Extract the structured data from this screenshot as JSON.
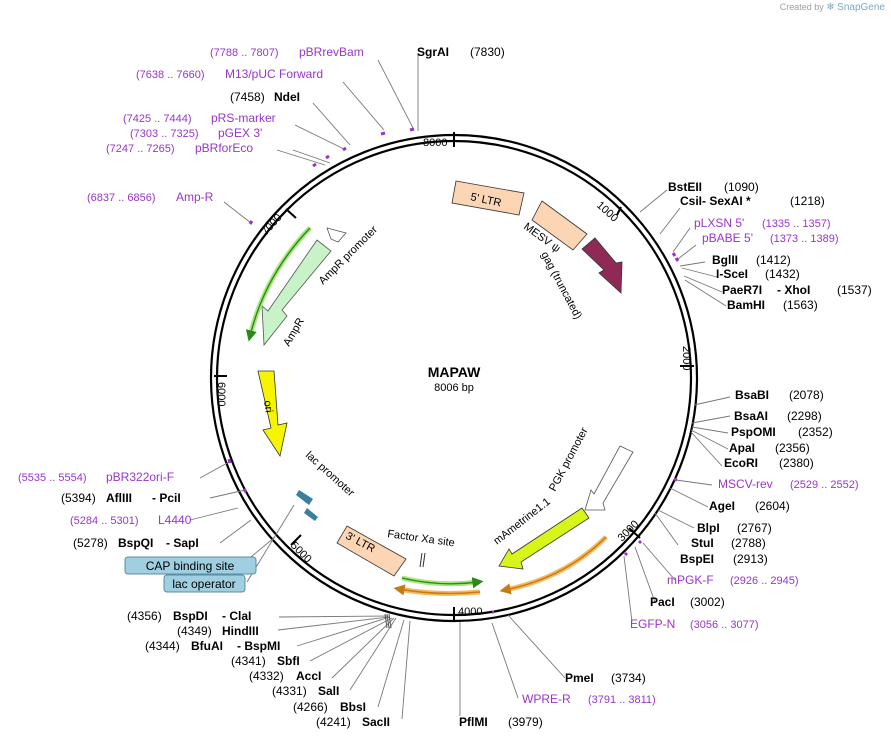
{
  "created_by": "Created by",
  "brand": "SnapGene",
  "plasmid": {
    "name": "MAPAW",
    "size": "8006 bp"
  },
  "ticks": [
    "1000",
    "2000",
    "3000",
    "4000",
    "5000",
    "6000",
    "7000",
    "8000"
  ],
  "sites": [
    {
      "name": "SgrAI",
      "pos": "(7830)",
      "pre": ""
    },
    {
      "name": "NdeI",
      "pos": "(7458)",
      "pre": ""
    },
    {
      "name": "BstEII",
      "pos": "(1090)",
      "pre": ""
    },
    {
      "name": "CsiI",
      "pos": "(1218)",
      "pre": "",
      "extra": "- SexAI *"
    },
    {
      "name": "BglII",
      "pos": "(1412)"
    },
    {
      "name": "I-SceI",
      "pos": "(1432)"
    },
    {
      "name": "PaeR7I",
      "pos": "(1537)",
      "extra": "- XhoI"
    },
    {
      "name": "BamHI",
      "pos": "(1563)"
    },
    {
      "name": "BsaBI",
      "pos": "(2078)"
    },
    {
      "name": "BsaAI",
      "pos": "(2298)"
    },
    {
      "name": "PspOMI",
      "pos": "(2352)"
    },
    {
      "name": "ApaI",
      "pos": "(2356)"
    },
    {
      "name": "EcoRI",
      "pos": "(2380)"
    },
    {
      "name": "AgeI",
      "pos": "(2604)"
    },
    {
      "name": "BlpI",
      "pos": "(2767)"
    },
    {
      "name": "StuI",
      "pos": "(2788)"
    },
    {
      "name": "BspEI",
      "pos": "(2913)"
    },
    {
      "name": "PacI",
      "pos": "(3002)"
    },
    {
      "name": "PmeI",
      "pos": "(3734)"
    },
    {
      "name": "PflMI",
      "pos": "(3979)"
    },
    {
      "name": "SacII",
      "pos": "(4241)"
    },
    {
      "name": "BbsI",
      "pos": "(4266)"
    },
    {
      "name": "SalI",
      "pos": "(4331)"
    },
    {
      "name": "AccI",
      "pos": "(4332)"
    },
    {
      "name": "SbfI",
      "pos": "(4341)"
    },
    {
      "name": "BfuAI",
      "pos": "(4344)",
      "extra": "- BspMI"
    },
    {
      "name": "HindIII",
      "pos": "(4349)"
    },
    {
      "name": "BspDI",
      "pos": "(4356)",
      "extra": "- ClaI"
    },
    {
      "name": "BspQI",
      "pos": "(5278)",
      "extra": "- SapI"
    },
    {
      "name": "AflIII",
      "pos": "(5394)",
      "extra": "- PciI"
    }
  ],
  "primers": [
    {
      "name": "pBRrevBam",
      "range": "(7788 .. 7807)"
    },
    {
      "name": "M13/pUC Forward",
      "range": "(7638 .. 7660)"
    },
    {
      "name": "pRS-marker",
      "range": "(7425 .. 7444)"
    },
    {
      "name": "pGEX 3'",
      "range": "(7303 .. 7325)"
    },
    {
      "name": "pBRforEco",
      "range": "(7247 .. 7265)"
    },
    {
      "name": "Amp-R",
      "range": "(6837 .. 6856)"
    },
    {
      "name": "pLXSN 5'",
      "range": "(1335 .. 1357)"
    },
    {
      "name": "pBABE 5'",
      "range": "(1373 .. 1389)"
    },
    {
      "name": "MSCV-rev",
      "range": "(2529 .. 2552)"
    },
    {
      "name": "mPGK-F",
      "range": "(2926 .. 2945)"
    },
    {
      "name": "EGFP-N",
      "range": "(3056 .. 3077)"
    },
    {
      "name": "WPRE-R",
      "range": "(3791 .. 3811)"
    },
    {
      "name": "pBR322ori-F",
      "range": "(5535 .. 5554)"
    },
    {
      "name": "L4440",
      "range": "(5284 .. 5301)"
    }
  ],
  "features": {
    "ltr5": "5' LTR",
    "mesv": "MESV ψ",
    "gag": "gag (truncated)",
    "pgk": "PGK promoter",
    "mametrine": "mAmetrine1.1",
    "factorxa": "Factor Xa site",
    "ltr3": "3' LTR",
    "lac_promoter": "lac promoter",
    "ori": "ori",
    "ampr": "AmpR",
    "ampr_promoter": "AmpR promoter"
  },
  "boxes": {
    "cap": "CAP binding site",
    "lacop": "lac operator"
  },
  "colors": {
    "enzyme": "#000000",
    "primer": "#9a35c8",
    "ltr": "#fcd6b4",
    "gag": "#8e2a55",
    "mametrine": "#d8f51a",
    "ori": "#f7f400",
    "ampr": "#c8f2c8",
    "boxes": "#9fcfe0"
  }
}
